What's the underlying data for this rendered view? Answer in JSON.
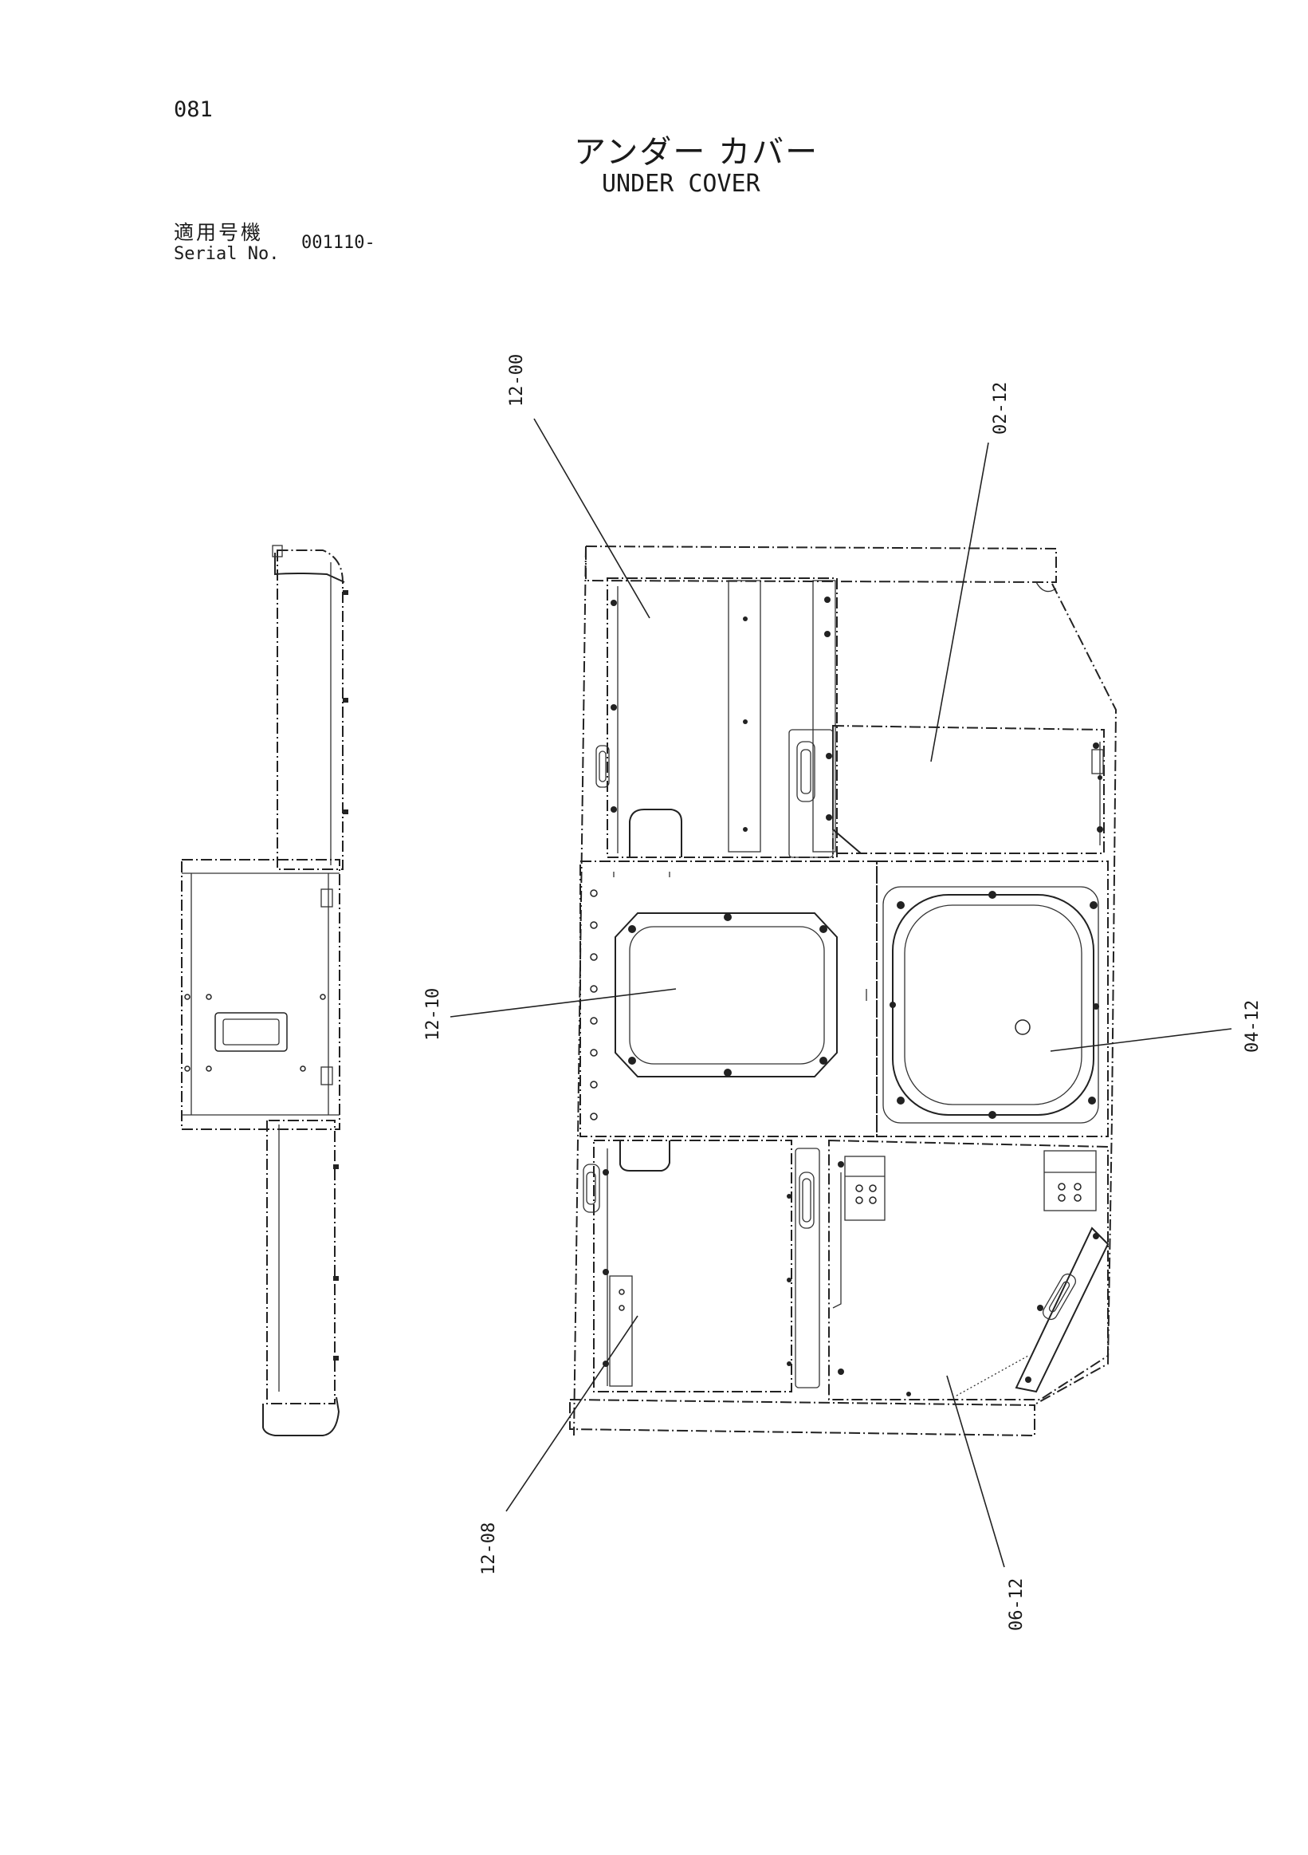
{
  "page": {
    "number": "081",
    "title_jp": "アンダー カバー",
    "title_en": "UNDER COVER",
    "serial_label_jp": "適用号機",
    "serial_label_en": "Serial No.",
    "serial_value": "001110-"
  },
  "callouts": [
    {
      "id": "c1200",
      "text": "12-00"
    },
    {
      "id": "c0212",
      "text": "02-12"
    },
    {
      "id": "c1210",
      "text": "12-10"
    },
    {
      "id": "c0412",
      "text": "04-12"
    },
    {
      "id": "c1208",
      "text": "12-08"
    },
    {
      "id": "c0612",
      "text": "06-12"
    }
  ]
}
